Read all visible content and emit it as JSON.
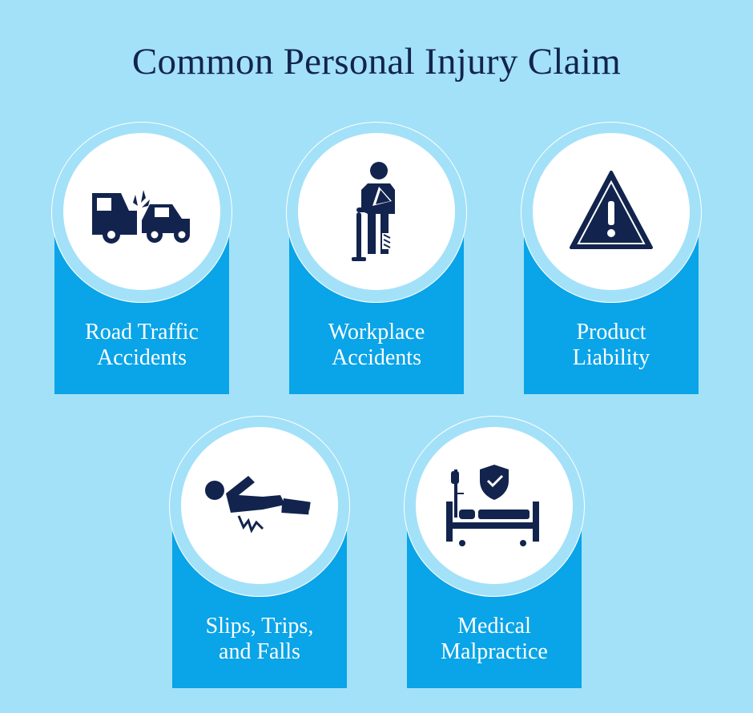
{
  "title": "Common Personal Injury Claim",
  "accent_color": "#0aa4e8",
  "background_color": "#a3e1f8",
  "icon_color": "#12244d",
  "cards": [
    {
      "icon": "car-crash-icon",
      "line1": "Road Traffic",
      "line2": "Accidents"
    },
    {
      "icon": "injured-worker-icon",
      "line1": "Workplace",
      "line2": "Accidents"
    },
    {
      "icon": "warning-triangle-icon",
      "line1": "Product",
      "line2": "Liability"
    },
    {
      "icon": "slip-fall-icon",
      "line1": "Slips, Trips,",
      "line2": "and Falls"
    },
    {
      "icon": "hospital-bed-shield-icon",
      "line1": "Medical",
      "line2": "Malpractice"
    }
  ]
}
